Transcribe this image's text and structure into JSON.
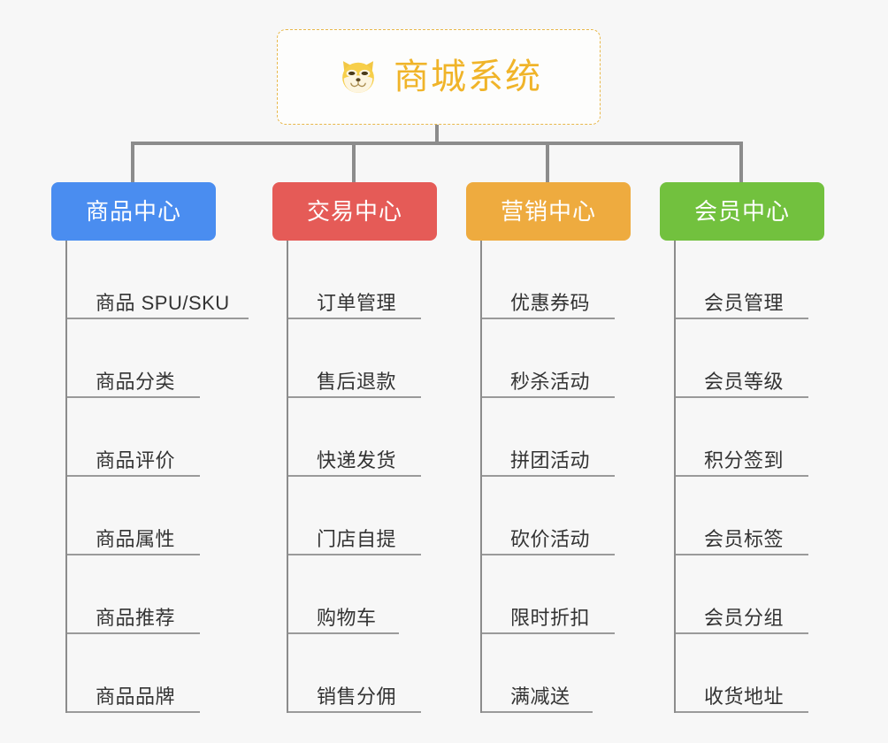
{
  "background_color": "#f7f7f7",
  "root": {
    "title": "商城系统",
    "icon": "shiba-dog-icon",
    "text_color": "#f0b429",
    "border_color": "#e8b84b"
  },
  "branches": [
    {
      "id": "product-center",
      "label": "商品中心",
      "color": "#4a8df0",
      "items": [
        "商品 SPU/SKU",
        "商品分类",
        "商品评价",
        "商品属性",
        "商品推荐",
        "商品品牌"
      ]
    },
    {
      "id": "trade-center",
      "label": "交易中心",
      "color": "#e55b57",
      "items": [
        "订单管理",
        "售后退款",
        "快递发货",
        "门店自提",
        "购物车",
        "销售分佣"
      ]
    },
    {
      "id": "marketing-center",
      "label": "营销中心",
      "color": "#eeab3f",
      "items": [
        "优惠券码",
        "秒杀活动",
        "拼团活动",
        "砍价活动",
        "限时折扣",
        "满减送"
      ]
    },
    {
      "id": "member-center",
      "label": "会员中心",
      "color": "#72c13e",
      "items": [
        "会员管理",
        "会员等级",
        "积分签到",
        "会员标签",
        "会员分组",
        "收货地址"
      ]
    }
  ]
}
